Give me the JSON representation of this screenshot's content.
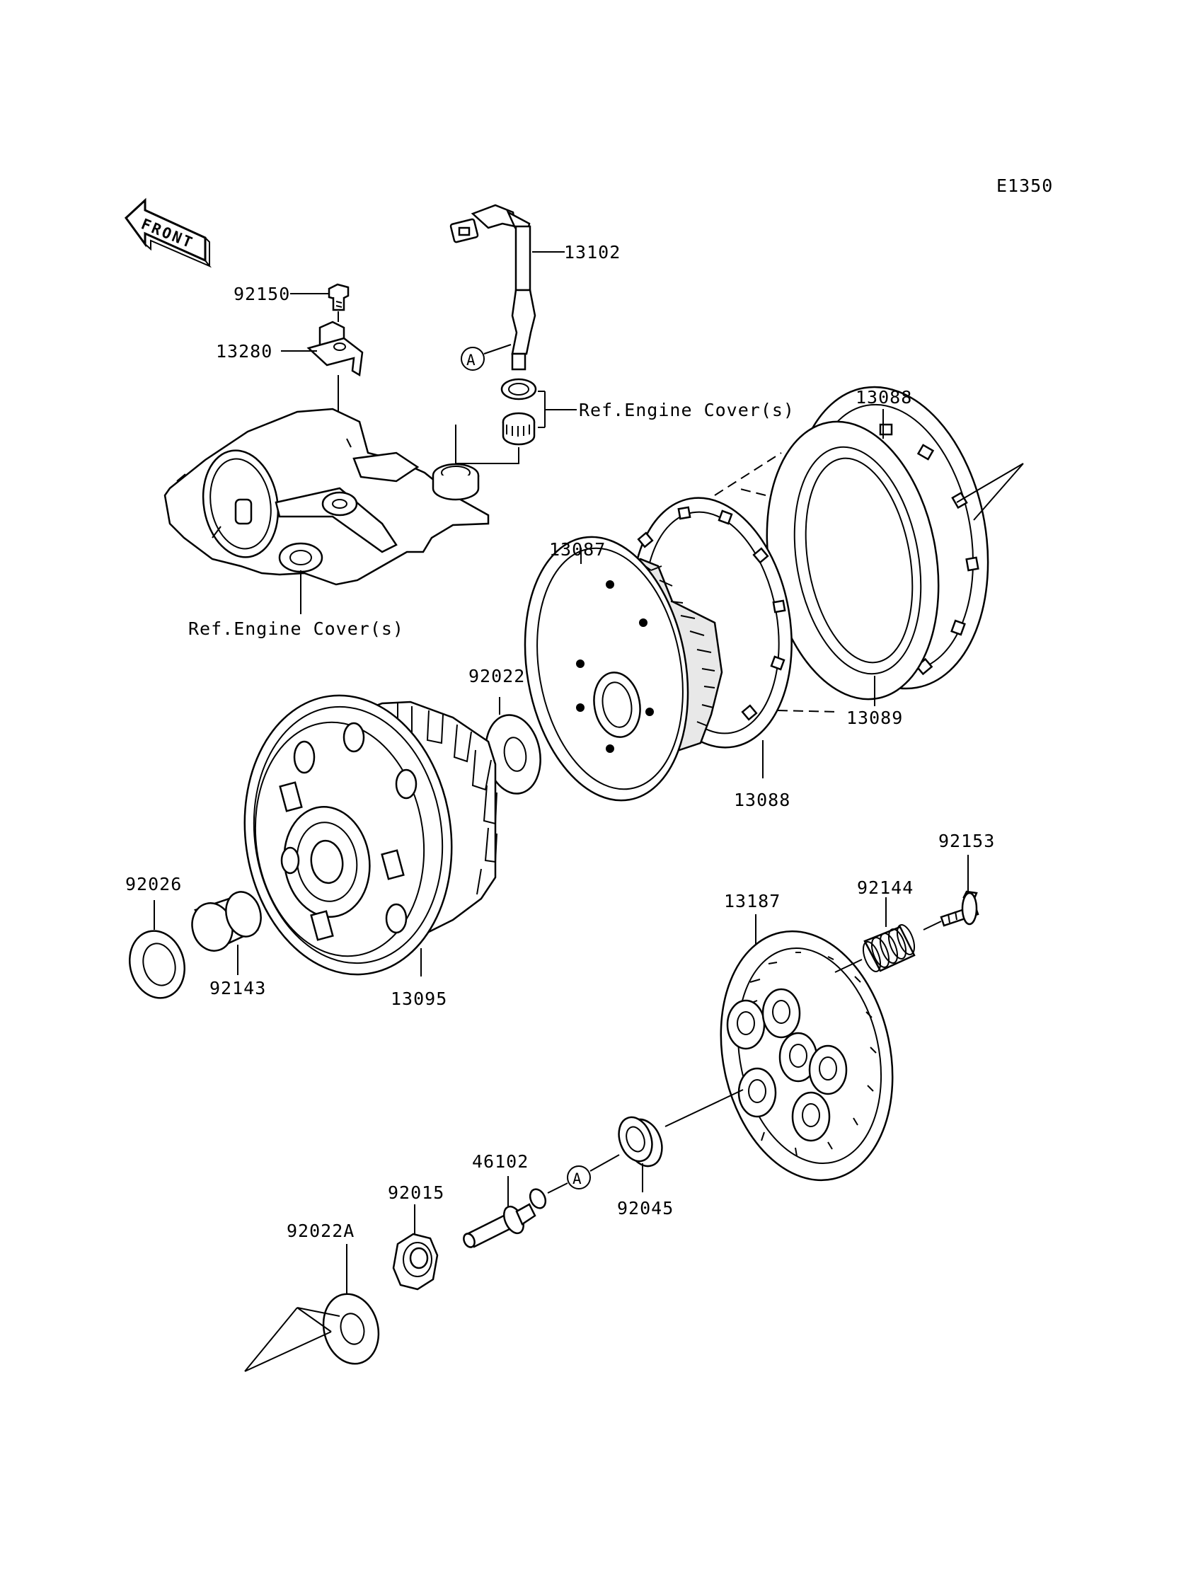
{
  "diagram_code": "E1350",
  "front_label": "FRONT",
  "marker_a": "A",
  "ref_engine_cover_1": "Ref.Engine Cover(s)",
  "ref_engine_cover_2": "Ref.Engine Cover(s)",
  "parts": {
    "p13102": "13102",
    "p92150": "92150",
    "p13280": "13280",
    "p13088_top": "13088",
    "p13087": "13087",
    "p92022": "92022",
    "p13089": "13089",
    "p13088_bottom": "13088",
    "p92153": "92153",
    "p92144": "92144",
    "p13187": "13187",
    "p92026": "92026",
    "p92143": "92143",
    "p13095": "13095",
    "p46102": "46102",
    "p92015": "92015",
    "p92022A": "92022A",
    "p92045": "92045"
  }
}
